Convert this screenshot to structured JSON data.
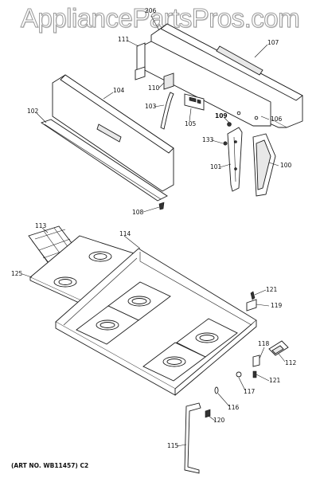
{
  "watermark": "AppliancePartsPros.com",
  "art_no": "(ART NO. WB11457) C2",
  "callouts": {
    "c206": "206",
    "c111": "111",
    "c107": "107",
    "c110": "110",
    "c104": "104",
    "c103": "103",
    "c102": "102",
    "c105": "105",
    "c109": "109",
    "c106": "106",
    "c133": "133",
    "c101": "101",
    "c100": "100",
    "c108": "108",
    "c113": "113",
    "c114": "114",
    "c125": "125",
    "c121a": "121",
    "c119": "119",
    "c118": "118",
    "c112": "112",
    "c121b": "121",
    "c117": "117",
    "c116": "116",
    "c120": "120",
    "c115": "115"
  }
}
